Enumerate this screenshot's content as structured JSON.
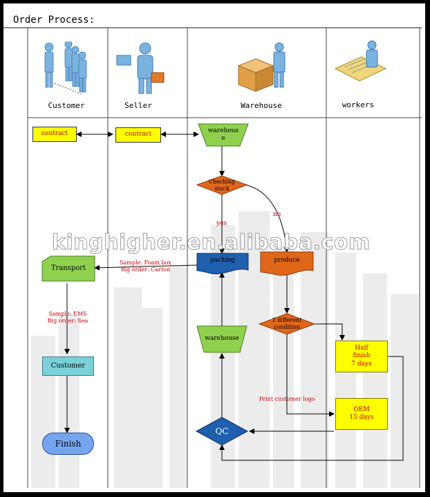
{
  "title": "Order Process:",
  "lanes": [
    "Customer",
    "Seller",
    "Warehouse",
    "workers"
  ],
  "nodes": {
    "contract_customer": "contract",
    "contract_seller": "contract",
    "warehouse_top": "warehous\ne",
    "checking_stock": "Checking\nstock",
    "packing": "packing",
    "produce": "produce",
    "transport": "Transport",
    "customer_box": "Customer",
    "finish": "Finish",
    "warehouse_mid": "warehouse",
    "two_different": "2 different\ncondition",
    "half_finish": "Half\nfinish\n7 days",
    "oem": "OEM\n15 days",
    "qc": "QC"
  },
  "labels": {
    "yes": "yes",
    "no": "no",
    "sample_box": "Sample: Foam box\nBig order: Carton",
    "sample_ems": "Sample: EMS\nBig order: Sea",
    "print_logo": "Print customer logo"
  },
  "watermark": "kinghigher.en.alibaba.com",
  "colors": {
    "yellow": "#ffff00",
    "green": "#8fd14f",
    "orange": "#e0661a",
    "blue": "#1e5fae",
    "teal": "#7cd0d8",
    "label_red": "#c00000"
  }
}
